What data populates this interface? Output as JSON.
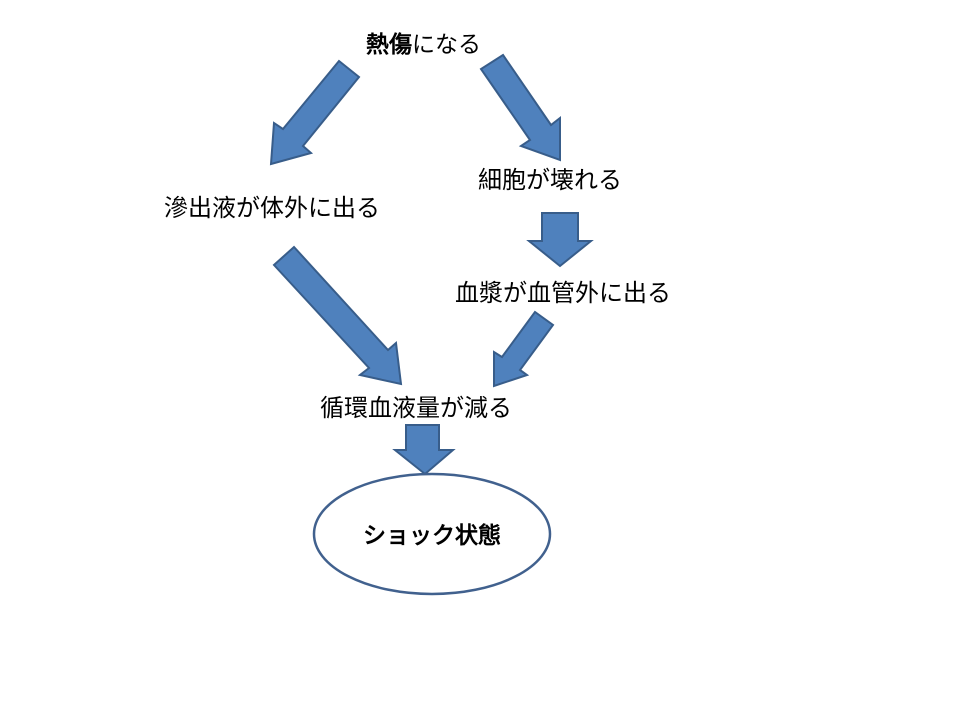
{
  "diagram": {
    "title": "",
    "nodes": {
      "burn": {
        "label_bold": "熱傷",
        "label_rest": "になる"
      },
      "exudate": {
        "label": "滲出液が体外に出る"
      },
      "cell": {
        "label": "細胞が壊れる"
      },
      "plasma": {
        "label": "血漿が血管外に出る"
      },
      "volume": {
        "label": "循環血液量が減る"
      },
      "shock": {
        "label": "ショック状態"
      }
    },
    "colors": {
      "arrow_fill": "#4f81bd",
      "arrow_stroke": "#385d8a",
      "ellipse_stroke": "#41618e",
      "text": "#000000",
      "background": "#ffffff"
    }
  }
}
